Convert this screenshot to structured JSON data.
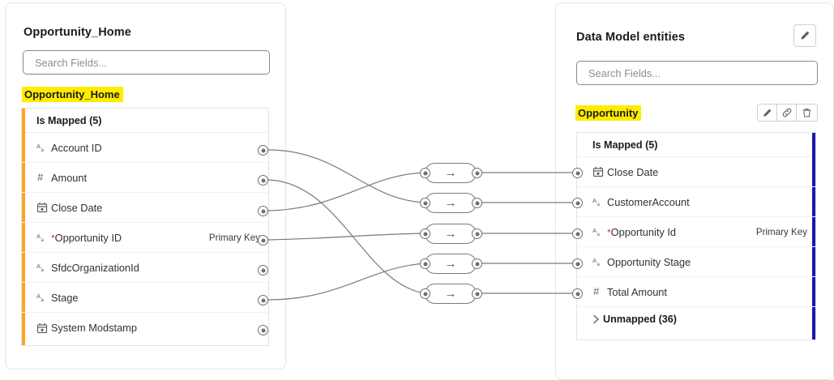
{
  "left_panel": {
    "title": "Opportunity_Home",
    "search": {
      "placeholder": "Search Fields...",
      "value": ""
    },
    "entity_label": "Opportunity_Home",
    "group_header": "Is Mapped (5)",
    "fields": [
      {
        "icon": "text-field-icon",
        "type_glyph": "Aa",
        "name": "Account ID",
        "required": false,
        "badge": ""
      },
      {
        "icon": "number-field-icon",
        "type_glyph": "#",
        "name": "Amount",
        "required": false,
        "badge": ""
      },
      {
        "icon": "date-field-icon",
        "type_glyph": "cal",
        "name": "Close Date",
        "required": false,
        "badge": ""
      },
      {
        "icon": "text-field-icon",
        "type_glyph": "Aa",
        "name": "Opportunity ID",
        "required": true,
        "badge": "Primary Key"
      },
      {
        "icon": "text-field-icon",
        "type_glyph": "Aa",
        "name": "SfdcOrganizationId",
        "required": false,
        "badge": ""
      },
      {
        "icon": "text-field-icon",
        "type_glyph": "Aa",
        "name": "Stage",
        "required": false,
        "badge": ""
      },
      {
        "icon": "date-field-icon",
        "type_glyph": "cal",
        "name": "System Modstamp",
        "required": false,
        "badge": ""
      }
    ]
  },
  "right_panel": {
    "title": "Data Model entities",
    "edit_button_icon": "pencil-icon",
    "search": {
      "placeholder": "Search Fields...",
      "value": ""
    },
    "entity_label": "Opportunity",
    "entity_actions": [
      "pencil-icon",
      "link-icon",
      "trash-icon"
    ],
    "group_header": "Is Mapped (5)",
    "fields": [
      {
        "icon": "date-field-icon",
        "type_glyph": "cal",
        "name": "Close Date",
        "required": false,
        "badge": ""
      },
      {
        "icon": "text-field-icon",
        "type_glyph": "Aa",
        "name": "CustomerAccount",
        "required": false,
        "badge": ""
      },
      {
        "icon": "text-field-icon",
        "type_glyph": "Aa",
        "name": "Opportunity Id",
        "required": true,
        "badge": "Primary Key"
      },
      {
        "icon": "text-field-icon",
        "type_glyph": "Aa",
        "name": "Opportunity Stage",
        "required": false,
        "badge": ""
      },
      {
        "icon": "number-field-icon",
        "type_glyph": "#",
        "name": "Total Amount",
        "required": false,
        "badge": ""
      }
    ],
    "unmapped_label": "Unmapped (36)",
    "unmapped_chevron_icon": "chevron-right-icon"
  },
  "mappings": [
    {
      "arrow_glyph": "→",
      "source": "Close Date",
      "target": "Close Date"
    },
    {
      "arrow_glyph": "→",
      "source": "Account ID",
      "target": "CustomerAccount"
    },
    {
      "arrow_glyph": "→",
      "source": "Opportunity ID",
      "target": "Opportunity Id"
    },
    {
      "arrow_glyph": "→",
      "source": "Stage",
      "target": "Opportunity Stage"
    },
    {
      "arrow_glyph": "→",
      "source": "Amount",
      "target": "Total Amount"
    }
  ],
  "colors": {
    "source_accent": "#ffa425",
    "target_accent": "#1818b0",
    "highlight": "#ffec00",
    "required_marker": "#c4314b",
    "wire": "#7a7a7a"
  }
}
